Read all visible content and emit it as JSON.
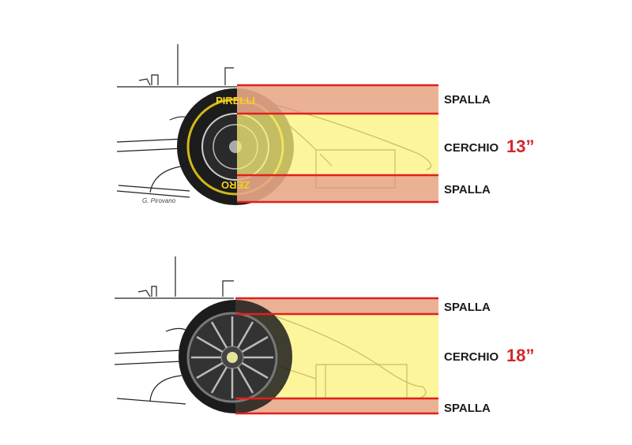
{
  "colors": {
    "sidewall_band": "#e9a98a",
    "rim_band": "#fbf27a",
    "line": "#e0201e",
    "size_text": "#d3262a",
    "tyre": "#1c1c1c",
    "tyre_marking": "#f2d21a"
  },
  "top_panel": {
    "sidewall_top_label": "SPALLA",
    "rim_label": "CERCHIO",
    "rim_size": "13”",
    "sidewall_bottom_label": "SPALLA",
    "tyre_brand": "PIRELLI",
    "tyre_model": "ZERO",
    "signature": "G. Pirovano"
  },
  "bottom_panel": {
    "sidewall_top_label": "SPALLA",
    "rim_label": "CERCHIO",
    "rim_size": "18”",
    "sidewall_bottom_label": "SPALLA"
  }
}
